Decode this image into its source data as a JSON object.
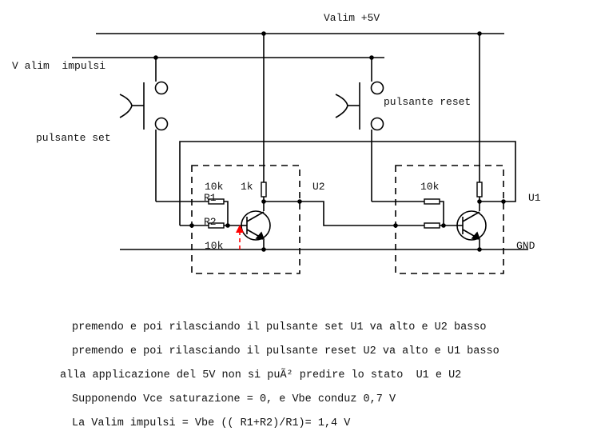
{
  "labels": {
    "valim_5v": "Valim +5V",
    "v_alim_impulsi": "V alim  impulsi",
    "pulsante_set": "pulsante set",
    "pulsante_reset": "pulsante reset",
    "r1_value": "10k",
    "r1_name": "R1",
    "r2_name": "R2",
    "r2_value": "10k",
    "rc_left_value": "1k",
    "u2": "U2",
    "r_right_value": "10k",
    "u1": "U1",
    "gnd": "GND"
  },
  "notes": [
    "premendo e poi rilasciando il pulsante set U1 va alto e U2 basso",
    "premendo e poi rilasciando il pulsante reset U2 va alto e U1 basso",
    "alla applicazione del 5V non si puÃ² predire lo stato  U1 e U2",
    "Supponendo Vce saturazione = 0, e Vbe conduz 0,7 V",
    "La Valim impulsi = Vbe (( R1+R2)/R1)= 1,4 V"
  ],
  "colors": {
    "wire": "#000000",
    "arrow": "#ff0000"
  }
}
